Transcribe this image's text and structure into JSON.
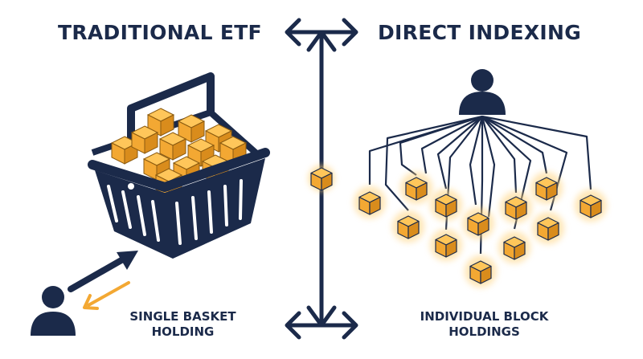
{
  "left": {
    "title": "TRADITIONAL ETF",
    "caption_line1": "SINGLE BASKET",
    "caption_line2": "HOLDING"
  },
  "right": {
    "title": "DIRECT INDEXING",
    "caption_line1": "INDIVIDUAL BLOCK",
    "caption_line2": "HOLDINGS"
  },
  "icons": {
    "basket": "shopping-basket-icon",
    "person": "person-icon",
    "cube": "cube-icon"
  },
  "colors": {
    "navy": "#1b2a4a",
    "orange": "#f3a833",
    "orange_dark": "#c97a10",
    "glow": "#ffd27a"
  }
}
